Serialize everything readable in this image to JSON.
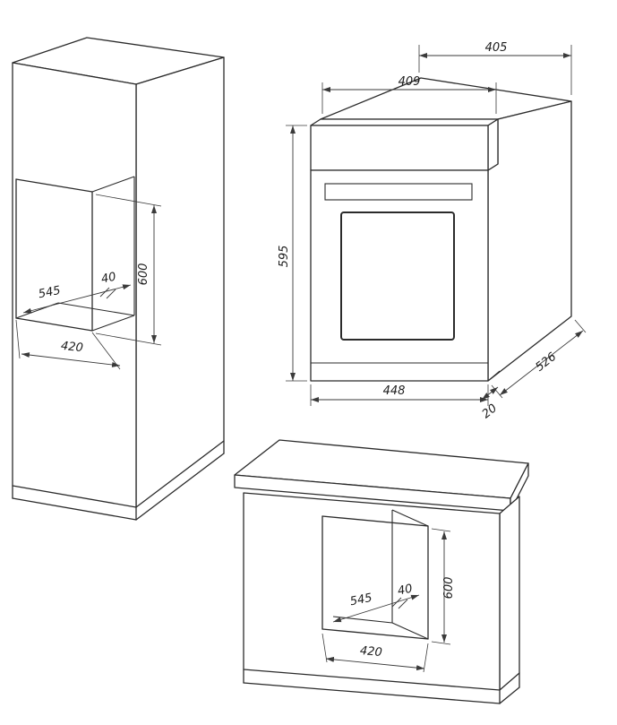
{
  "tall_cabinet": {
    "depth": "545",
    "rear_gap": "40",
    "niche_height": "600",
    "niche_width": "420"
  },
  "oven": {
    "top_depth": "405",
    "top_cutout_width": "409",
    "height": "595",
    "width": "448",
    "depth": "526",
    "door_overhang": "20"
  },
  "base_cabinet": {
    "depth": "545",
    "rear_gap": "40",
    "niche_height": "600",
    "niche_width": "420"
  }
}
